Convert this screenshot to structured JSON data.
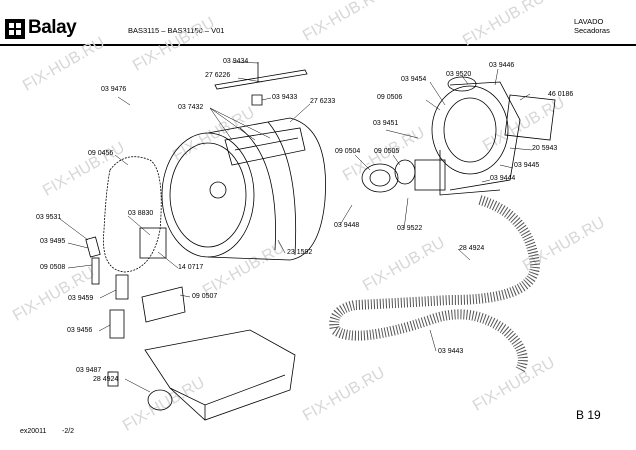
{
  "header": {
    "brand": "Balay",
    "model": "BAS3115 – BAS31150 – V01",
    "category": "LAVADO",
    "subcategory": "Secadoras"
  },
  "parts": [
    {
      "id": "p1",
      "label": "03 9476"
    },
    {
      "id": "p2",
      "label": "03 9434"
    },
    {
      "id": "p3",
      "label": "27 6226"
    },
    {
      "id": "p4",
      "label": "03 9433"
    },
    {
      "id": "p5",
      "label": "03 7432"
    },
    {
      "id": "p6",
      "label": "27 6233"
    },
    {
      "id": "p7",
      "label": "09 0456"
    },
    {
      "id": "p8",
      "label": "03 9454"
    },
    {
      "id": "p9",
      "label": "03 9520"
    },
    {
      "id": "p10",
      "label": "03 9446"
    },
    {
      "id": "p11",
      "label": "09 0506"
    },
    {
      "id": "p12",
      "label": "46 0186"
    },
    {
      "id": "p13",
      "label": "03 9451"
    },
    {
      "id": "p14",
      "label": "09 0504"
    },
    {
      "id": "p15",
      "label": "09 0505"
    },
    {
      "id": "p16",
      "label": "20 5943"
    },
    {
      "id": "p17",
      "label": "03 9445"
    },
    {
      "id": "p18",
      "label": "03 9444"
    },
    {
      "id": "p19",
      "label": "03 9531"
    },
    {
      "id": "p20",
      "label": "03 8830"
    },
    {
      "id": "p21",
      "label": "03 9448"
    },
    {
      "id": "p22",
      "label": "03 9522"
    },
    {
      "id": "p23",
      "label": "03 9495"
    },
    {
      "id": "p24",
      "label": "09 0508"
    },
    {
      "id": "p25",
      "label": "14 0717"
    },
    {
      "id": "p26",
      "label": "23 1592"
    },
    {
      "id": "p27",
      "label": "28 4924"
    },
    {
      "id": "p28",
      "label": "03 9459"
    },
    {
      "id": "p29",
      "label": "09 0507"
    },
    {
      "id": "p30",
      "label": "03 9456"
    },
    {
      "id": "p31",
      "label": "03 9487"
    },
    {
      "id": "p32",
      "label": "03 9443"
    },
    {
      "id": "p33",
      "label": "28 4924"
    }
  ],
  "footer": {
    "doc_code": "ex20011",
    "page": "-2/2",
    "section": "B 19"
  },
  "watermark": {
    "text": "FIX-HUB.RU"
  }
}
